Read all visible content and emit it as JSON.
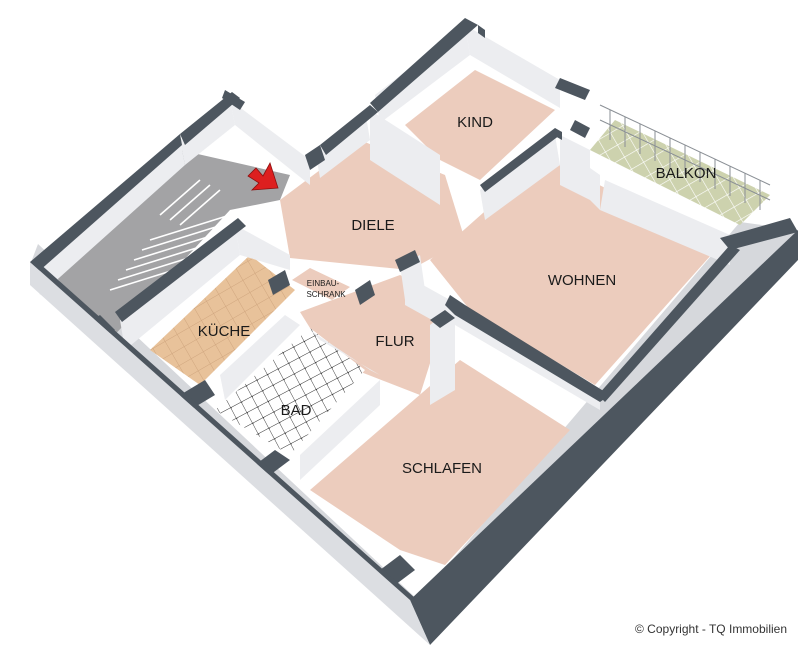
{
  "rooms": {
    "kind": "KIND",
    "balkon": "BALKON",
    "diele": "DIELE",
    "wohnen": "WOHNEN",
    "einbau_line1": "EINBAU-",
    "einbau_line2": "SCHRANK",
    "kueche": "KÜCHE",
    "flur": "FLUR",
    "bad": "BAD",
    "schlafen": "SCHLAFEN"
  },
  "copyright": "© Copyright - TQ Immobilien",
  "colors": {
    "floor": "#ecccbd",
    "wall_top": "#4d565f",
    "wall_side": "#ecedf0",
    "stairwell_floor": "#a3a3a5",
    "kitchen_tile": "#e8c29a",
    "bath_tile": "#ffffff",
    "balcony_tile": "#cdd2ae",
    "entry_arrow": "#dd1f1f"
  }
}
